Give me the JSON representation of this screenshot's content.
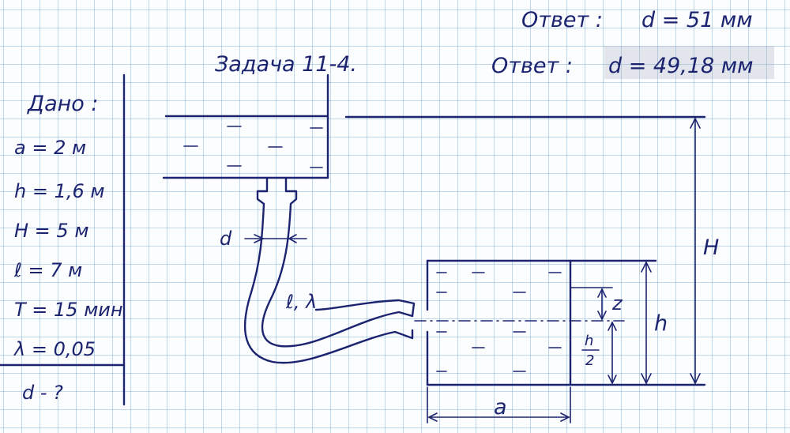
{
  "answers": {
    "answer1_label": "Ответ :",
    "answer1_value": "d = 51  мм",
    "answer2_label": "Ответ :",
    "answer2_value": "d =  49,18  мм"
  },
  "title": "Задача 11-4.",
  "given": {
    "heading": "Дано :",
    "items": [
      "a = 2 м",
      "h = 1,6 м",
      "H = 5 м",
      "ℓ = 7 м",
      "T = 15 мин",
      "λ = 0,05"
    ],
    "find": "d - ?"
  },
  "diagram_labels": {
    "d": "d",
    "pipe": "ℓ, λ",
    "H": "H",
    "h": "h",
    "z": "z",
    "h_half_num": "h",
    "h_half_den": "2",
    "a": "a"
  },
  "colors": {
    "ink": "#1c2470",
    "grid": "#78aad2"
  }
}
